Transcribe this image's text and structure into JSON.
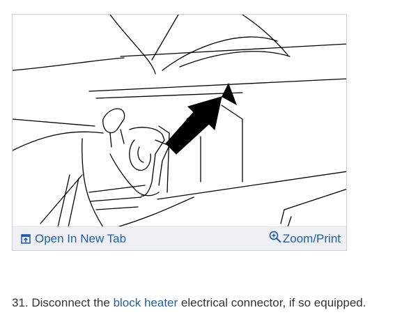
{
  "figure": {
    "open_tab_label": "Open In New Tab",
    "zoom_label": "Zoom/Print"
  },
  "icons": {
    "open_tab": "open-new-tab-icon",
    "zoom": "zoom-in-icon"
  },
  "colors": {
    "link": "#1f5fa8",
    "toolbar_bg": "#eef0f3",
    "text": "#333333"
  },
  "step": {
    "number": "31.",
    "prefix": "Disconnect the",
    "link_text": "block heater",
    "suffix": "electrical connector, if so equipped."
  }
}
